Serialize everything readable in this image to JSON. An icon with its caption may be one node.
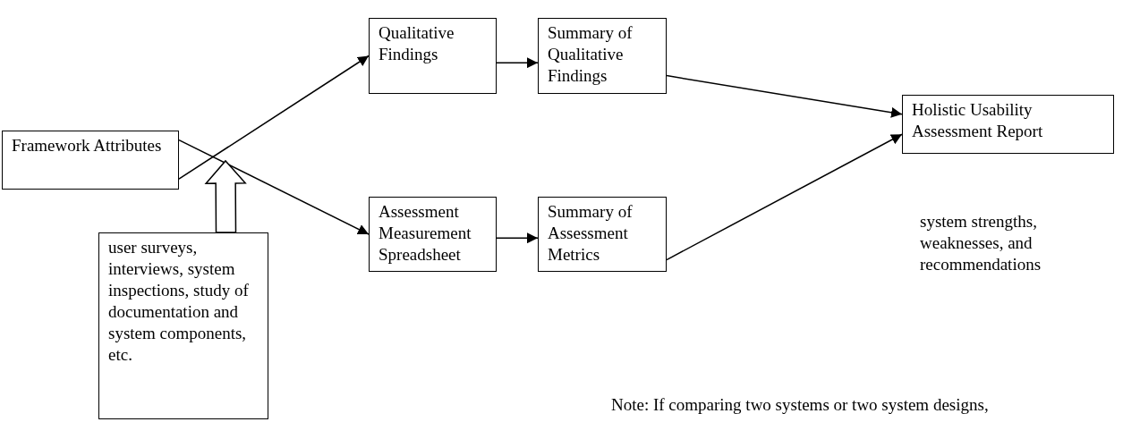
{
  "diagram": {
    "nodes": [
      {
        "text": [
          "Framework Attributes"
        ]
      },
      {
        "text": [
          "Qualitative Findings"
        ]
      },
      {
        "text": [
          "Summary of Qualitative Findings"
        ]
      },
      {
        "text": [
          "Holistic Usability Assessment Report"
        ],
        "beside": [
          "system strengths, weaknesses, and recommendations"
        ]
      },
      {
        "text": [
          "Assessment Measurement Spreadsheet"
        ]
      },
      {
        "text": [
          "Summary of Assessment Metrics"
        ]
      },
      {
        "text": [
          "user surveys, interviews, system inspections, study of documentation and system components, etc."
        ]
      }
    ],
    "edges": [
      {
        "from": 0,
        "to": 1,
        "arrow": "to"
      },
      {
        "from": 0,
        "to": 4,
        "arrow": "to"
      },
      {
        "from": 1,
        "to": 2,
        "arrow": "to"
      },
      {
        "from": 2,
        "to": 3,
        "arrow": "to"
      },
      {
        "from": 4,
        "to": 5,
        "arrow": "to"
      },
      {
        "from": 5,
        "to": 3,
        "arrow": "to"
      },
      {
        "from": 6,
        "to": null,
        "arrow": "to",
        "style": "thick"
      }
    ],
    "labels": [
      "Note: If comparing two systems or two system designs,"
    ]
  }
}
